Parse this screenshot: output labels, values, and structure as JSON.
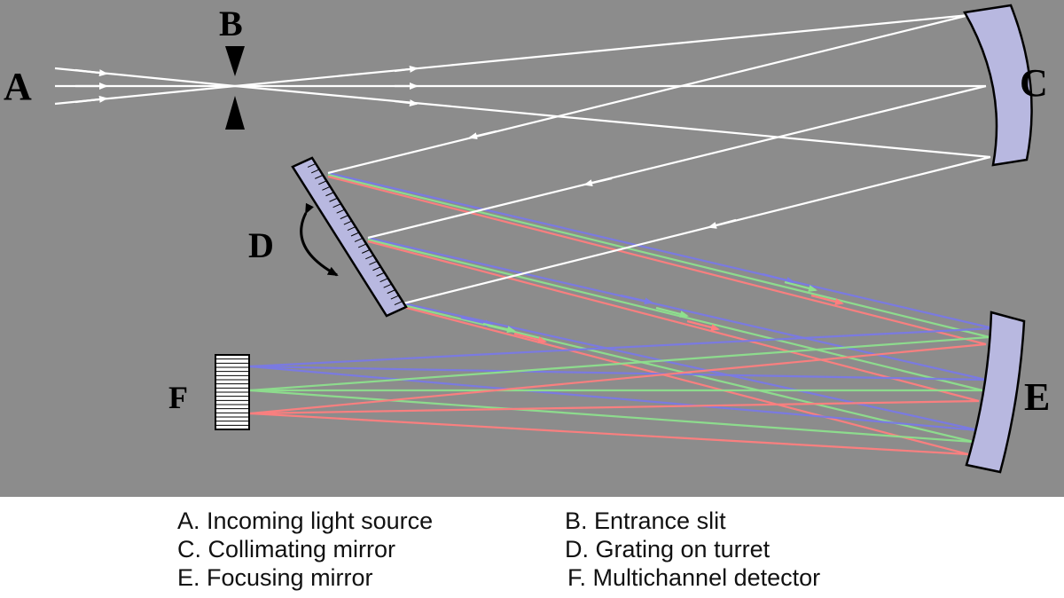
{
  "diagram": {
    "labels": {
      "a": "A",
      "b": "B",
      "c": "C",
      "d": "D",
      "e": "E",
      "f": "F"
    },
    "colors": {
      "background": "#8c8c8c",
      "mirror": "#b8b8e0",
      "white_ray": "#ffffff",
      "blue_ray": "#7a7ae6",
      "green_ray": "#8ee08e",
      "red_ray": "#ff7f7f"
    }
  },
  "legend": {
    "items": [
      "A. Incoming light source",
      "B. Entrance slit",
      "C. Collimating mirror",
      "D. Grating on turret",
      "E. Focusing mirror",
      "F. Multichannel detector"
    ]
  }
}
